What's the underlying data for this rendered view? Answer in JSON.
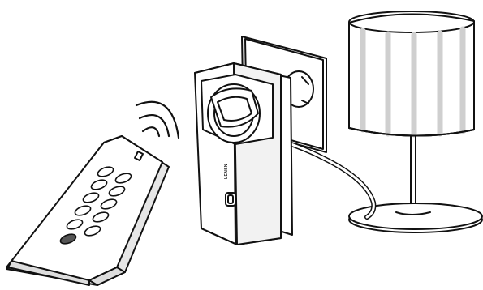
{
  "brand": {
    "text": "LENSN"
  },
  "colors": {
    "line": "#111111",
    "fill": "#ffffff",
    "shade": "#e6e6e6"
  },
  "icons": [
    "remote-control-icon",
    "wireless-signal-icon",
    "smart-plug-icon",
    "wall-outlet-icon",
    "power-cord-icon",
    "table-lamp-icon"
  ],
  "remote": {
    "button_rows": 5,
    "buttons_per_row": 2
  }
}
